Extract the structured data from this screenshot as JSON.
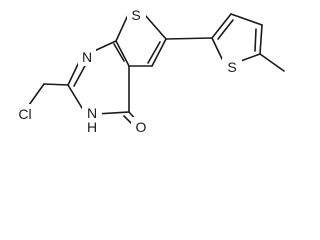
{
  "structure": {
    "atoms": {
      "s_fused": "S",
      "s_methylthiophene": "S",
      "n1": "N",
      "nh": "N",
      "nh_h": "H",
      "o": "O",
      "cl": "Cl"
    }
  },
  "colors": {
    "bond": "#1a1a1a",
    "text": "#1a1a1a",
    "background": "#ffffff"
  }
}
